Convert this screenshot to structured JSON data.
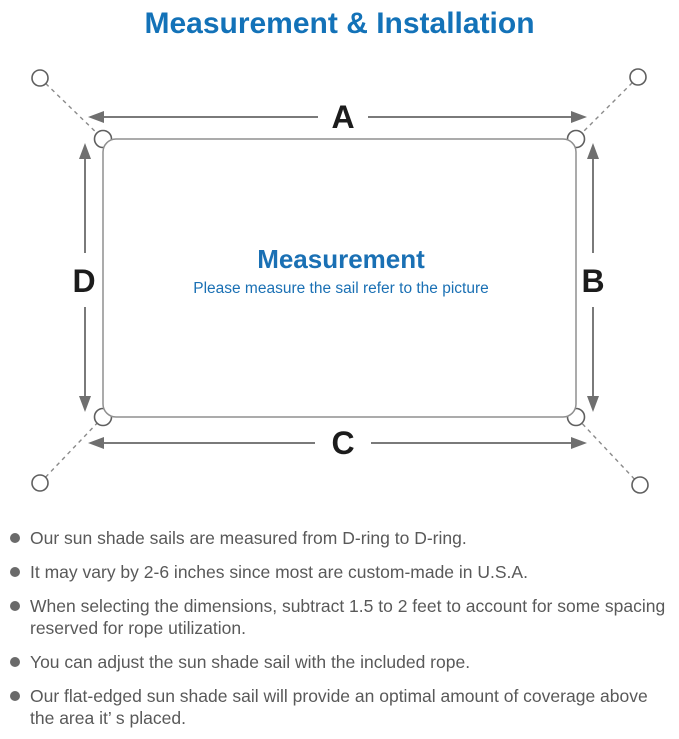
{
  "title": "Measurement & Installation",
  "diagram": {
    "heading": "Measurement",
    "subheading": "Please measure the sail refer to the picture",
    "labels": {
      "top": "A",
      "right": "B",
      "bottom": "C",
      "left": "D"
    },
    "colors": {
      "accent_blue": "#1372b8",
      "line_gray": "#7a7a7a",
      "letter_black": "#1c1c1c",
      "note_gray": "#595959"
    }
  },
  "notes": [
    "Our sun shade sails are measured from D-ring to D-ring.",
    "It may vary by 2-6 inches since most are custom-made in U.S.A.",
    "When selecting the dimensions, subtract 1.5 to 2 feet to account for some spacing reserved for rope utilization.",
    "You can adjust the sun shade sail with the included rope.",
    "Our flat-edged sun shade sail will provide an optimal amount of coverage above the area it’ s placed."
  ]
}
